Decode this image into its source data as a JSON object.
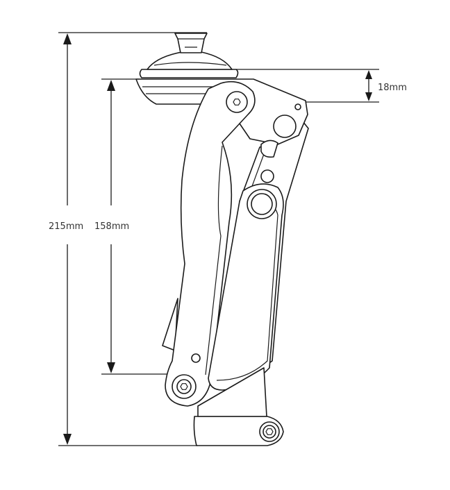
{
  "dimensions": {
    "overall_height": "215mm",
    "axis_to_base": "158mm",
    "adapter_offset": "18mm"
  },
  "colors": {
    "line": "#1a1a1a",
    "text": "#333333",
    "background": "#ffffff"
  }
}
